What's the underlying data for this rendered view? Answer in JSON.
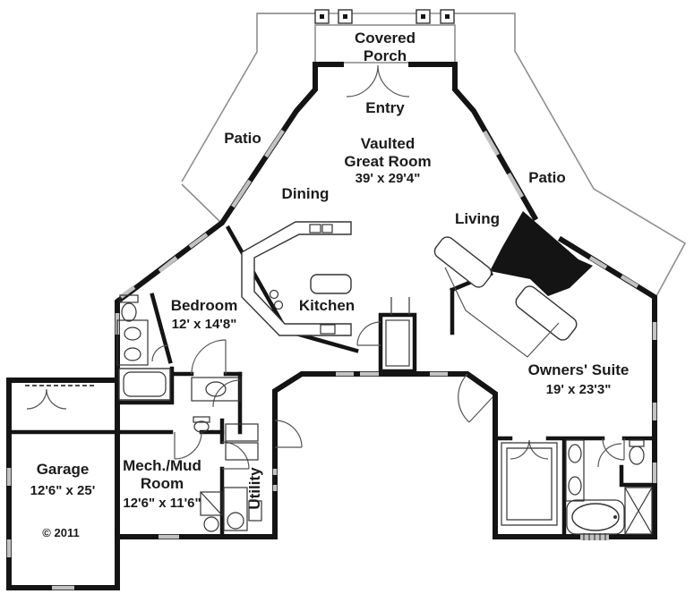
{
  "floor_plan": {
    "copyright": "© 2011",
    "colors": {
      "wall": "#141414",
      "window": "#c2c2c2",
      "outline": "#8f8f8f",
      "background": "#ffffff"
    },
    "rooms": [
      {
        "label": "Covered Porch",
        "dims": ""
      },
      {
        "label": "Entry",
        "dims": ""
      },
      {
        "label": "Patio",
        "dims": ""
      },
      {
        "label": "Vaulted Great Room",
        "dims": "39' x 29'4\""
      },
      {
        "label": "Dining",
        "dims": ""
      },
      {
        "label": "Living",
        "dims": ""
      },
      {
        "label": "Kitchen",
        "dims": ""
      },
      {
        "label": "Bedroom",
        "dims": "12' x 14'8\""
      },
      {
        "label": "Owners' Suite",
        "dims": "19' x 23'3\""
      },
      {
        "label": "Garage",
        "dims": "12'6\" x 25'"
      },
      {
        "label": "Mech./Mud Room",
        "dims": "12'6\" x 11'6\""
      },
      {
        "label": "Utility",
        "dims": ""
      },
      {
        "label": "Patio",
        "dims": ""
      }
    ],
    "labels": {
      "covered_1": "Covered",
      "covered_2": "Porch",
      "entry": "Entry",
      "patio_left": "Patio",
      "patio_right": "Patio",
      "vaulted": "Vaulted",
      "great_room": "Great Room",
      "great_room_dims": "39' x 29'4\"",
      "dining": "Dining",
      "living": "Living",
      "kitchen": "Kitchen",
      "bedroom": "Bedroom",
      "bedroom_dims": "12' x 14'8\"",
      "owners": "Owners' Suite",
      "owners_dims": "19' x 23'3\"",
      "garage": "Garage",
      "garage_dims": "12'6\" x 25'",
      "mech_1": "Mech./Mud",
      "mech_2": "Room",
      "mech_dims": "12'6\" x 11'6\"",
      "utility": "Utility",
      "copyright": "© 2011"
    }
  }
}
